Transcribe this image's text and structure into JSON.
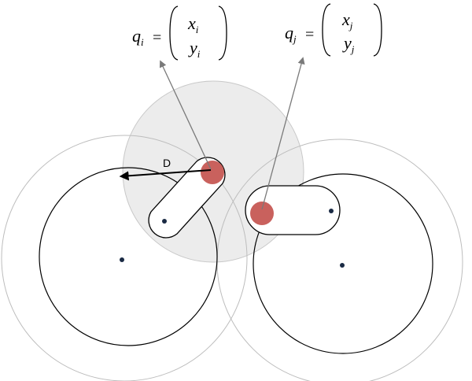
{
  "equations": {
    "left": {
      "lhs_sym": "q",
      "lhs_sub": "i",
      "row1_sym": "x",
      "row1_sub": "i",
      "row2_sym": "y",
      "row2_sub": "i"
    },
    "right": {
      "lhs_sym": "q",
      "lhs_sub": "j",
      "row1_sym": "x",
      "row1_sub": "j",
      "row2_sym": "y",
      "row2_sub": "j"
    },
    "equals": "="
  },
  "distance_label": "D",
  "colors": {
    "shaded_circle_fill": "#ececec",
    "shaded_circle_stroke": "#c8c8c8",
    "outer_circle_stroke": "#bdbdbd",
    "inner_circle_stroke": "#000000",
    "red_dot": "#c9615d",
    "pointer_line": "#7a7a7a",
    "center_dot": "#1a2a44"
  }
}
